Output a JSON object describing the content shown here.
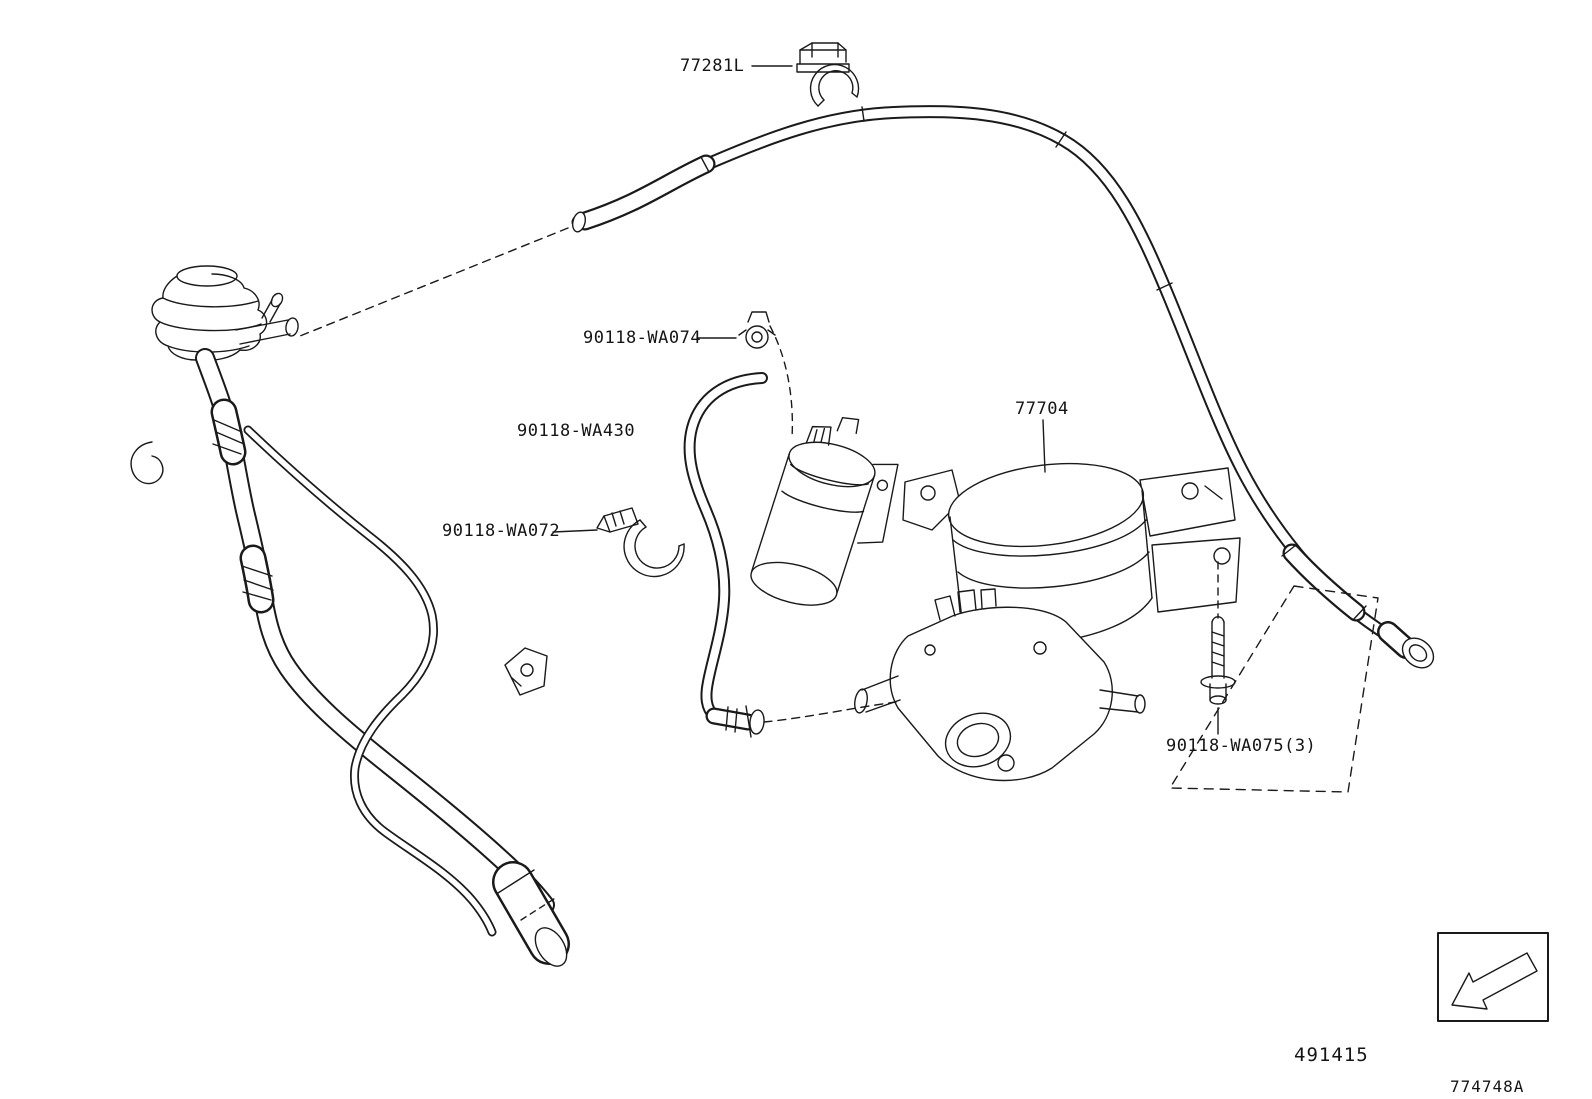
{
  "page": {
    "background_color": "#ffffff",
    "line_color": "#1a1a1a"
  },
  "labels": {
    "clamp_upper": "77281L",
    "hose_clamp_small": "90118-WA074",
    "vapor_hose": "90118-WA430",
    "band_clamp": "90118-WA072",
    "canister_assembly": "77704",
    "bolt": "90118-WA075(3)"
  },
  "footer": {
    "figure_number": "491415",
    "sheet_number": "774748A"
  },
  "icons": {
    "direction_arrow": "arrow-lower-left"
  }
}
